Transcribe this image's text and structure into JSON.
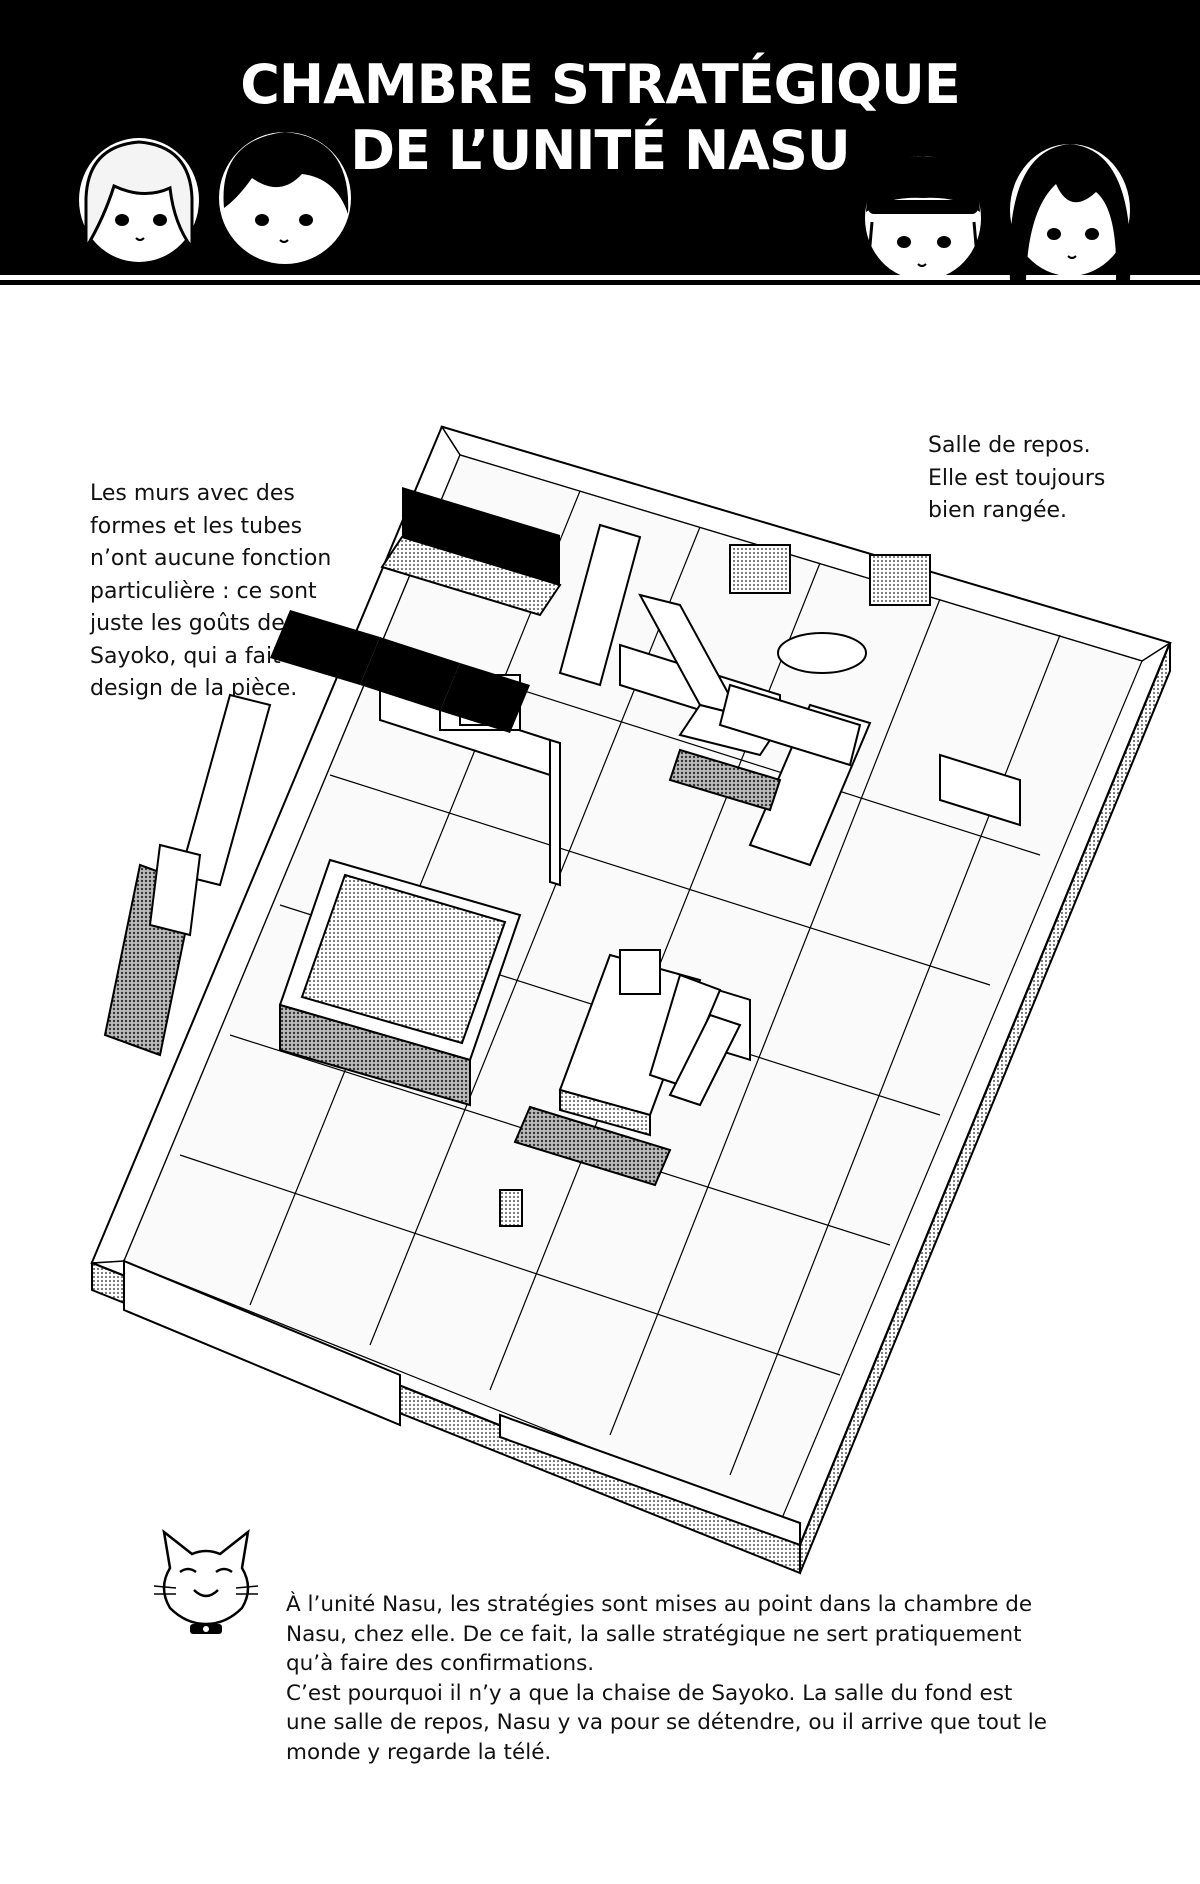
{
  "header": {
    "title_line1": "CHAMBRE STRATÉGIQUE",
    "title_line2": "DE L’UNITÉ NASU",
    "background_color": "#000000",
    "text_color": "#ffffff"
  },
  "characters": [
    "character-face-1",
    "character-face-2",
    "character-face-3",
    "character-face-4"
  ],
  "captions": {
    "left": [
      "Les murs avec des",
      "formes et les tubes",
      "n’ont aucune fonction",
      "particulière : ce sont",
      "juste les goûts de",
      "Sayoko, qui a fait le",
      "design de la pièce."
    ],
    "right": [
      "Salle de repos.",
      "Elle est toujours",
      "bien rangée."
    ]
  },
  "bottom_note": [
    "À l’unité Nasu, les stratégies sont mises au point dans la chambre de",
    "Nasu, chez elle. De ce fait, la salle stratégique ne sert pratiquement",
    "qu’à faire des confirmations.",
    "C’est pourquoi il n’y a que la chaise de Sayoko. La salle du fond est",
    "une salle de repos, Nasu y va pour se détendre, ou il arrive que tout le",
    "monde y regarde la télé."
  ]
}
